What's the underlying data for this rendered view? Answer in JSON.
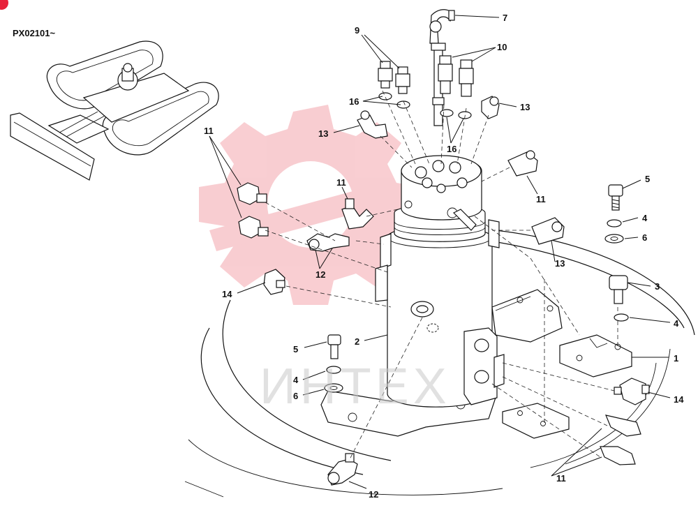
{
  "document": {
    "serial_range": "PX02101~",
    "watermark_text": "ИНТЕХ",
    "accent_color": "#e8213a",
    "watermark_logo_color": "#f4a5ad"
  },
  "callouts": [
    {
      "id": "c7a",
      "text": "7"
    },
    {
      "id": "c9a",
      "text": "9"
    },
    {
      "id": "c10a",
      "text": "10"
    },
    {
      "id": "c16a",
      "text": "16"
    },
    {
      "id": "c16b",
      "text": "16"
    },
    {
      "id": "c13a",
      "text": "13"
    },
    {
      "id": "c13b",
      "text": "13"
    },
    {
      "id": "c13c",
      "text": "13"
    },
    {
      "id": "c11a",
      "text": "11"
    },
    {
      "id": "c11b",
      "text": "11"
    },
    {
      "id": "c11c",
      "text": "11"
    },
    {
      "id": "c11d",
      "text": "11"
    },
    {
      "id": "c12a",
      "text": "12"
    },
    {
      "id": "c12b",
      "text": "12"
    },
    {
      "id": "c14a",
      "text": "14"
    },
    {
      "id": "c14b",
      "text": "14"
    },
    {
      "id": "c5a",
      "text": "5"
    },
    {
      "id": "c5b",
      "text": "5"
    },
    {
      "id": "c4a",
      "text": "4"
    },
    {
      "id": "c4b",
      "text": "4"
    },
    {
      "id": "c4c",
      "text": "4"
    },
    {
      "id": "c6a",
      "text": "6"
    },
    {
      "id": "c6b",
      "text": "6"
    },
    {
      "id": "c3a",
      "text": "3"
    },
    {
      "id": "c2a",
      "text": "2"
    },
    {
      "id": "c1a",
      "text": "1"
    }
  ]
}
